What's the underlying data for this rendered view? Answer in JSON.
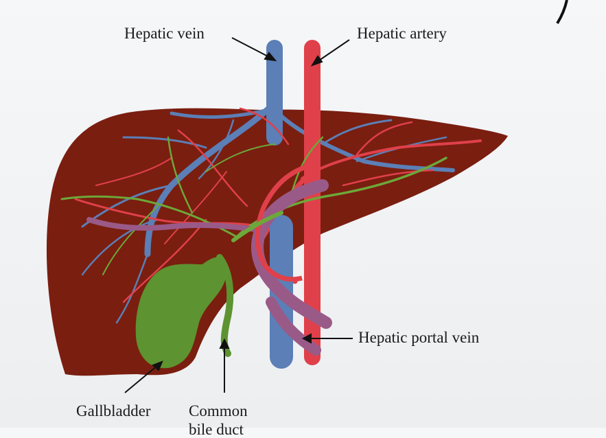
{
  "diagram": {
    "labels": {
      "hepatic_vein": "Hepatic vein",
      "hepatic_artery": "Hepatic artery",
      "hepatic_portal_vein": "Hepatic portal vein",
      "gallbladder": "Gallbladder",
      "common": "Common",
      "common_second_line": "bile duct"
    },
    "colors": {
      "liver": "#7a1e10",
      "hepatic_vein": "#5b7fb6",
      "hepatic_artery": "#e0404a",
      "portal_vein": "#9a5a88",
      "bile": "#5f9a2c",
      "gallbladder": "#5d9330"
    }
  }
}
